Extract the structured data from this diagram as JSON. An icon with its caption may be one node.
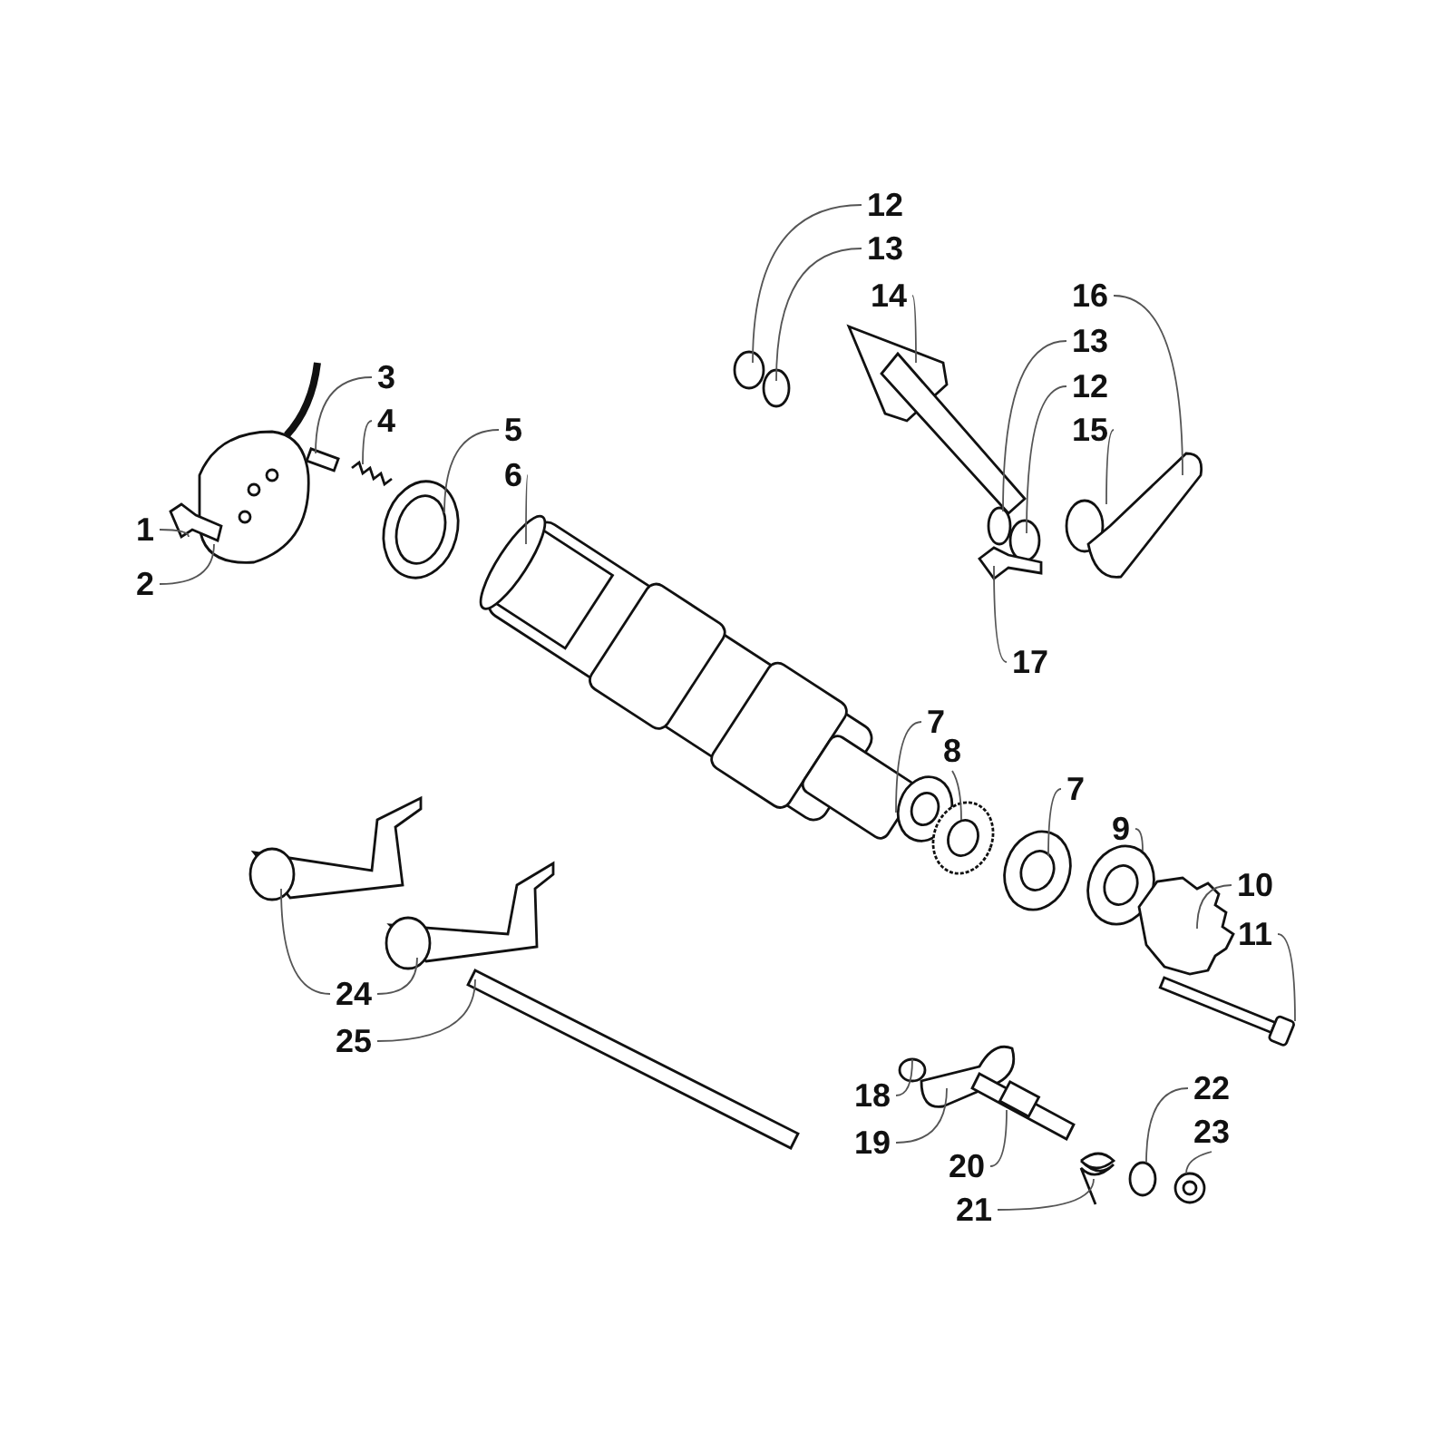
{
  "diagram": {
    "nodes": [
      {
        "text": [
          "12"
        ]
      },
      {
        "text": [
          "13"
        ]
      },
      {
        "text": [
          "14"
        ]
      },
      {
        "text": [
          "3"
        ]
      },
      {
        "text": [
          "16"
        ]
      },
      {
        "text": [
          "4"
        ]
      },
      {
        "text": [
          "5"
        ]
      },
      {
        "text": [
          "13"
        ]
      },
      {
        "text": [
          "12"
        ]
      },
      {
        "text": [
          "6"
        ]
      },
      {
        "text": [
          "15"
        ]
      },
      {
        "text": [
          "1"
        ]
      },
      {
        "text": [
          "2"
        ]
      },
      {
        "text": [
          "17"
        ]
      },
      {
        "text": [
          "7"
        ]
      },
      {
        "text": [
          "8"
        ]
      },
      {
        "text": [
          "7"
        ]
      },
      {
        "text": [
          "9"
        ]
      },
      {
        "text": [
          "10"
        ]
      },
      {
        "text": [
          "11"
        ]
      },
      {
        "text": [
          "24"
        ]
      },
      {
        "text": [
          "25"
        ]
      },
      {
        "text": [
          "18"
        ]
      },
      {
        "text": [
          "22"
        ]
      },
      {
        "text": [
          "19"
        ]
      },
      {
        "text": [
          "23"
        ]
      },
      {
        "text": [
          "20"
        ]
      },
      {
        "text": [
          "21"
        ]
      }
    ],
    "edges": [
      {
        "from": 0,
        "to": null,
        "arrow": "none"
      },
      {
        "from": 1,
        "to": null,
        "arrow": "none"
      },
      {
        "from": 2,
        "to": null,
        "arrow": "none"
      },
      {
        "from": 3,
        "to": null,
        "arrow": "none"
      },
      {
        "from": 4,
        "to": null,
        "arrow": "none"
      },
      {
        "from": 5,
        "to": null,
        "arrow": "none"
      },
      {
        "from": 6,
        "to": null,
        "arrow": "none"
      },
      {
        "from": 7,
        "to": null,
        "arrow": "none"
      },
      {
        "from": 8,
        "to": null,
        "arrow": "none"
      },
      {
        "from": 9,
        "to": null,
        "arrow": "none"
      },
      {
        "from": 10,
        "to": null,
        "arrow": "none"
      },
      {
        "from": 11,
        "to": null,
        "arrow": "none"
      },
      {
        "from": 12,
        "to": null,
        "arrow": "none"
      },
      {
        "from": 13,
        "to": null,
        "arrow": "none"
      },
      {
        "from": 14,
        "to": null,
        "arrow": "none"
      },
      {
        "from": 15,
        "to": null,
        "arrow": "none"
      },
      {
        "from": 16,
        "to": null,
        "arrow": "none"
      },
      {
        "from": 17,
        "to": null,
        "arrow": "none"
      },
      {
        "from": 18,
        "to": null,
        "arrow": "none"
      },
      {
        "from": 19,
        "to": null,
        "arrow": "none"
      },
      {
        "from": 20,
        "to": null,
        "arrow": "none"
      },
      {
        "from": 20,
        "to": null,
        "arrow": "none"
      },
      {
        "from": 21,
        "to": null,
        "arrow": "none"
      },
      {
        "from": 22,
        "to": null,
        "arrow": "none"
      },
      {
        "from": 23,
        "to": null,
        "arrow": "none"
      },
      {
        "from": 24,
        "to": null,
        "arrow": "none"
      },
      {
        "from": 25,
        "to": null,
        "arrow": "none"
      },
      {
        "from": 26,
        "to": null,
        "arrow": "none"
      },
      {
        "from": 27,
        "to": null,
        "arrow": "none"
      }
    ]
  }
}
